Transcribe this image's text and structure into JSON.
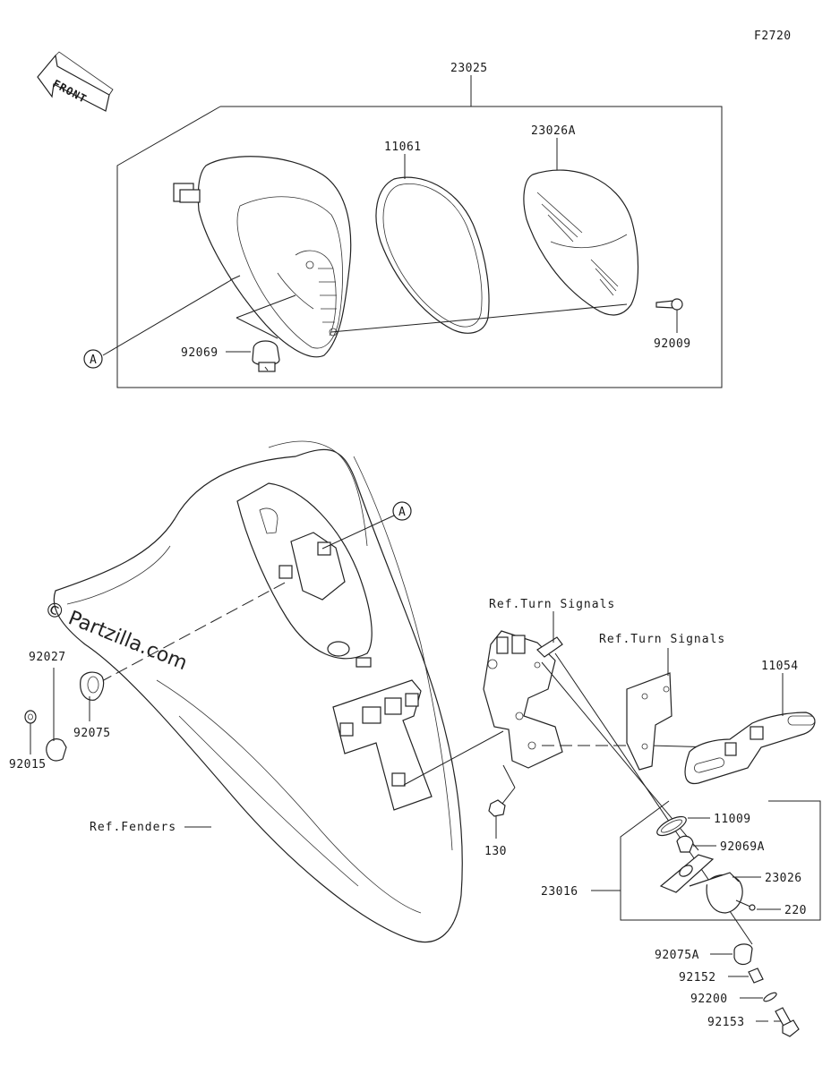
{
  "figure_code": "F2720",
  "front_label": "FRONT",
  "watermark": "© Partzilla.com",
  "callout_marker": "A",
  "parts": {
    "p23025": "23025",
    "p11061": "11061",
    "p23026A": "23026A",
    "p92069": "92069",
    "p92009": "92009",
    "p92027": "92027",
    "p92075": "92075",
    "p92015": "92015",
    "p11054": "11054",
    "p11009": "11009",
    "p92069A": "92069A",
    "p23026": "23026",
    "p23016": "23016",
    "p220": "220",
    "p130": "130",
    "p92075A": "92075A",
    "p92152": "92152",
    "p92200": "92200",
    "p92153": "92153"
  },
  "references": {
    "turn_signals_1": "Ref.Turn Signals",
    "turn_signals_2": "Ref.Turn Signals",
    "fenders": "Ref.Fenders"
  }
}
